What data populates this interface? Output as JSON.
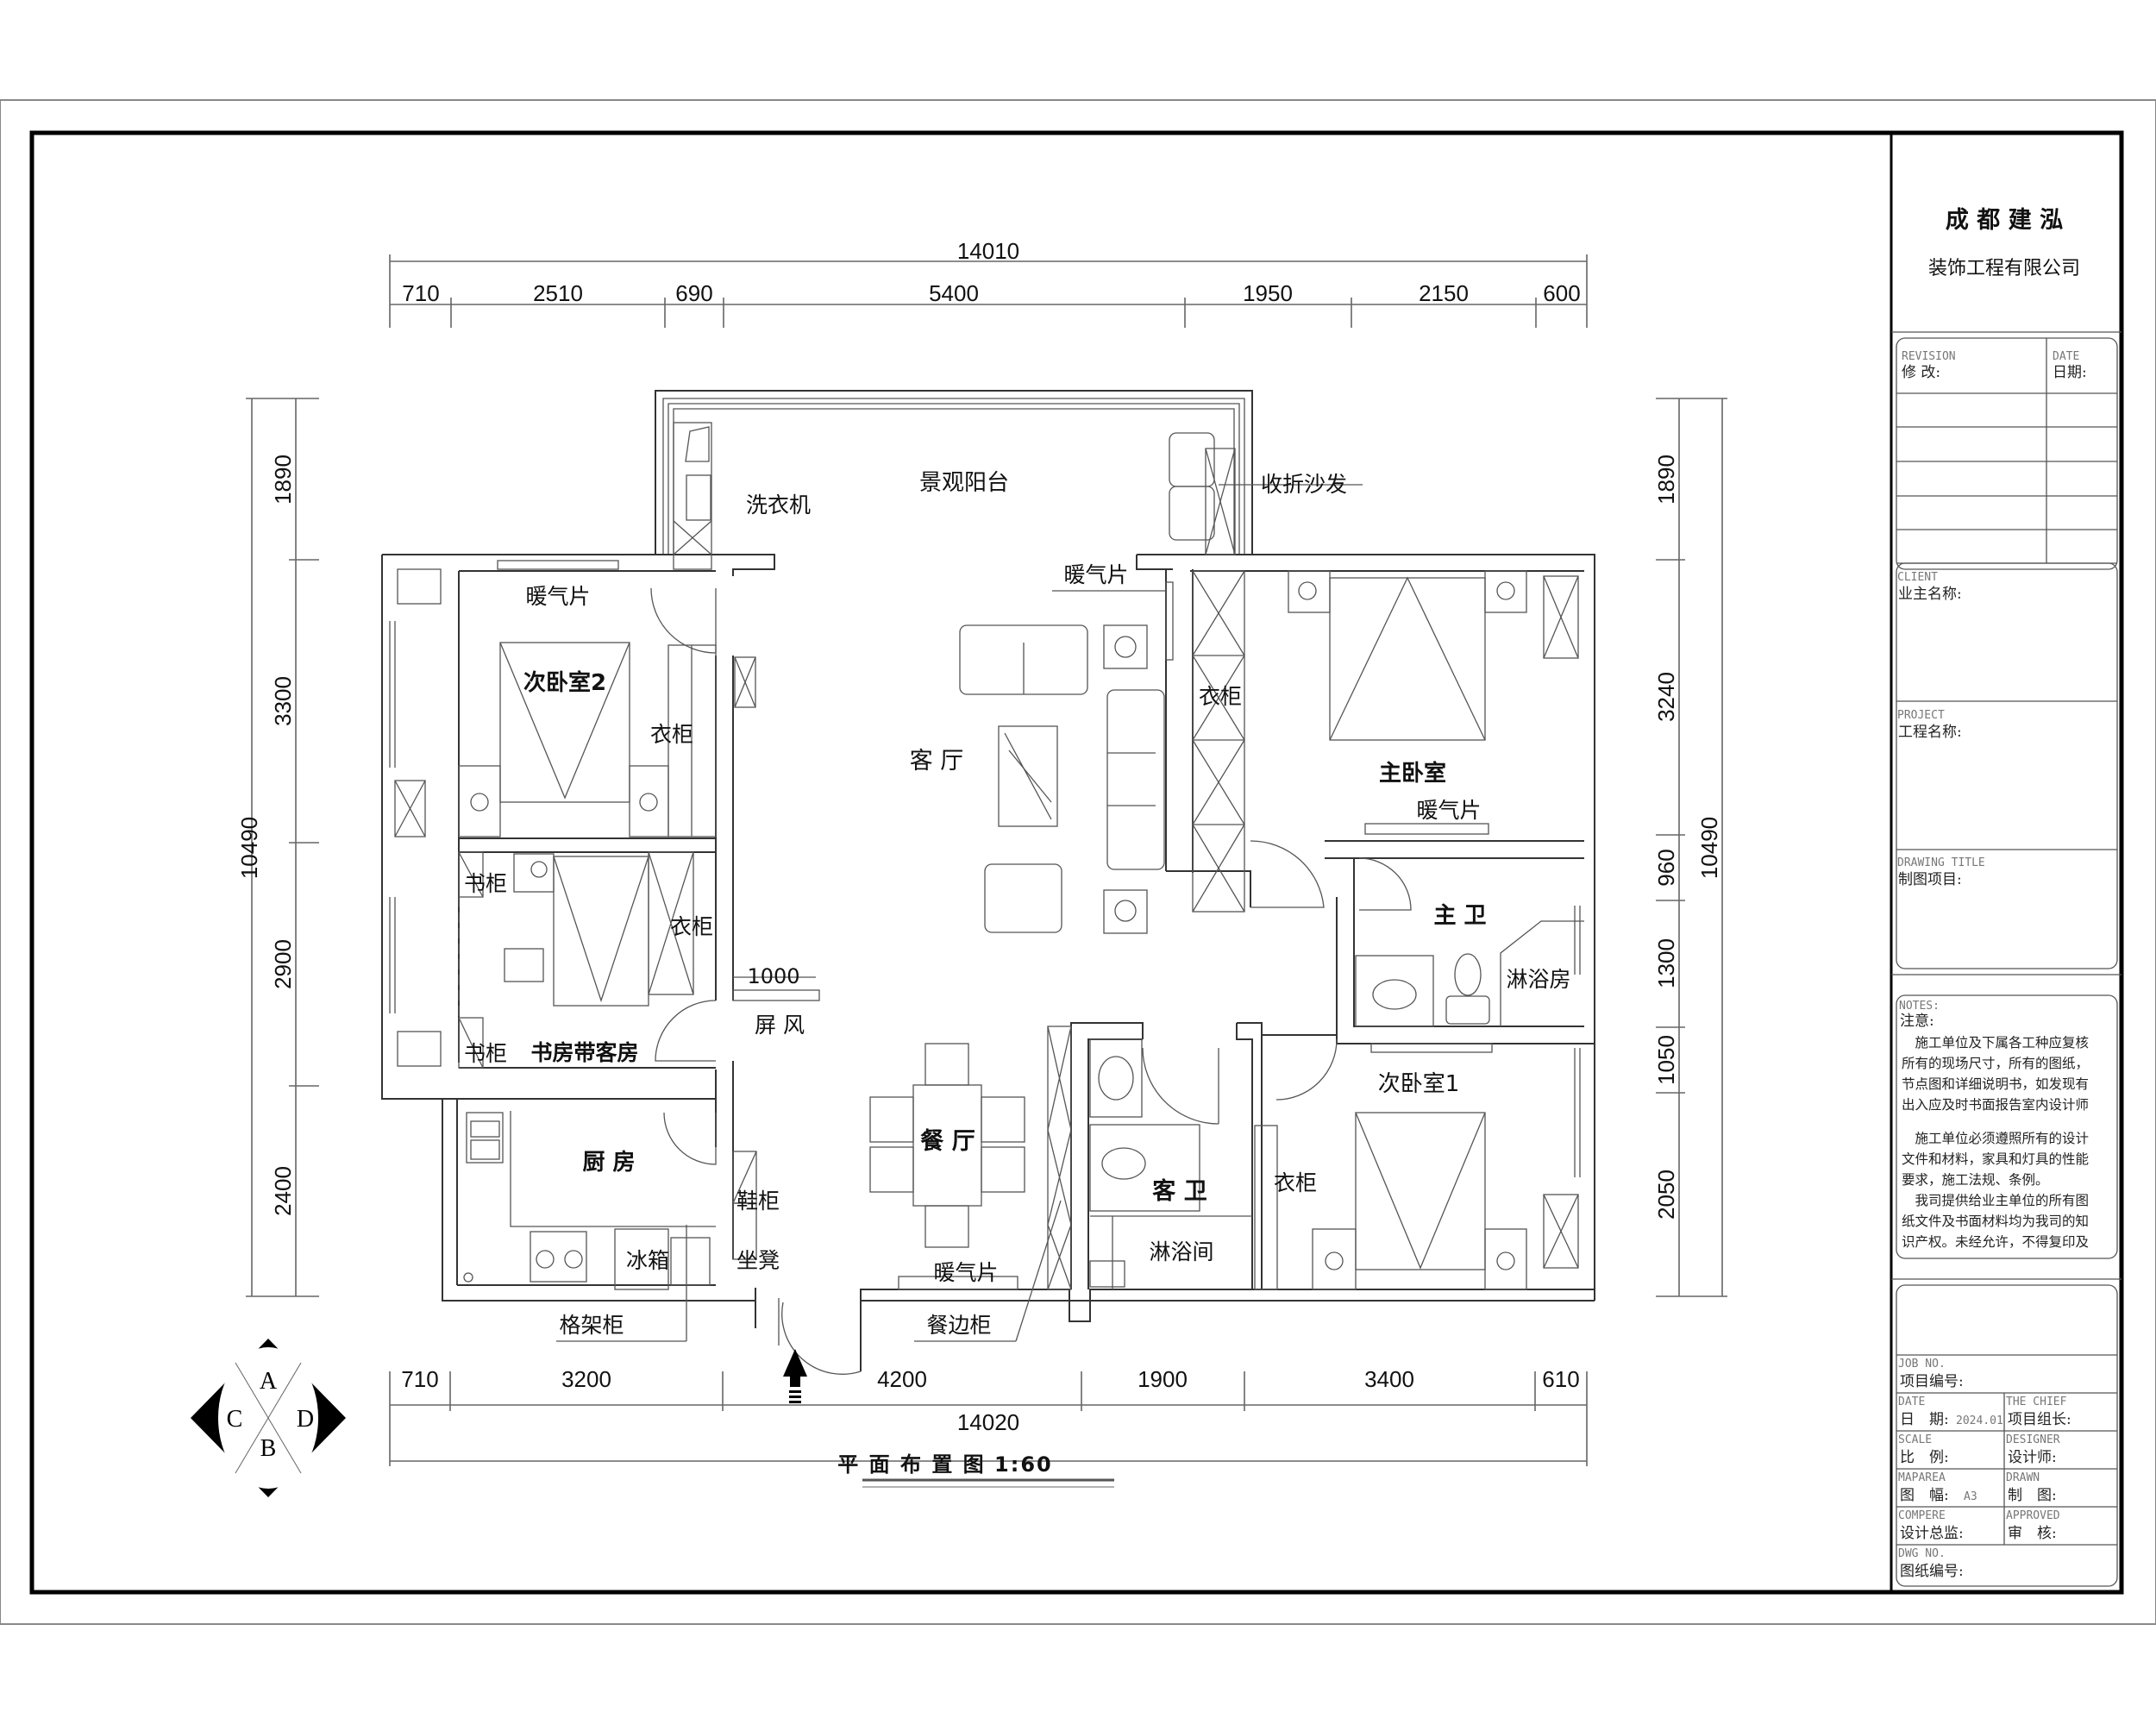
{
  "company": {
    "name_line1": "成 都 建 泓",
    "name_line2": "装饰工程有限公司"
  },
  "title_block": {
    "revision": {
      "en": "REVISION",
      "cn": "修 改:"
    },
    "date_col": {
      "en": "DATE",
      "cn": "日期:"
    },
    "client": {
      "en": "CLIENT",
      "cn": "业主名称:"
    },
    "project": {
      "en": "PROJECT",
      "cn": "工程名称:"
    },
    "drawing_title": {
      "en": "DRAWING TITLE",
      "cn": "制图项目:"
    },
    "notes": {
      "en": "NOTES:",
      "cn": "注意:",
      "lines": [
        "　施工单位及下属各工种应复核",
        "所有的现场尺寸，所有的图纸，",
        "节点图和详细说明书，如发现有",
        "出入应及时书面报告室内设计师",
        "",
        "　施工单位必须遵照所有的设计",
        "文件和材料，家具和灯具的性能",
        "要求，施工法规、条例。",
        "　我司提供给业主单位的所有图",
        "纸文件及书面材料均为我司的知",
        "识产权。未经允许，不得复印及"
      ]
    },
    "job_no": {
      "en": "JOB NO.",
      "cn": "项目编号:"
    },
    "date": {
      "en": "DATE",
      "cn": "日　期:",
      "value": "2024.01"
    },
    "chief": {
      "en": "THE CHIEF",
      "cn": "项目组长:"
    },
    "scale": {
      "en": "SCALE",
      "cn": "比　例:"
    },
    "designer": {
      "en": "DESIGNER",
      "cn": "设计师:"
    },
    "maparea": {
      "en": "MAPAREA",
      "cn": "图　幅:",
      "value": "A3"
    },
    "drawn": {
      "en": "DRAWN",
      "cn": "制　图:"
    },
    "compere": {
      "en": "COMPERE",
      "cn": "设计总监:"
    },
    "approved": {
      "en": "APPROVED",
      "cn": "审　核:"
    },
    "dwg_no": {
      "en": "DWG NO.",
      "cn": "图纸编号:"
    }
  },
  "plan": {
    "title": "平 面 布 置 图 1:60",
    "dims_top": {
      "total": "14010",
      "segments": [
        "710",
        "2510",
        "690",
        "5400",
        "1950",
        "2150",
        "600"
      ]
    },
    "dims_bottom": {
      "total": "14020",
      "segments": [
        "710",
        "3200",
        "4200",
        "1900",
        "3400",
        "610"
      ]
    },
    "dims_left": {
      "total": "10490",
      "segments": [
        "1890",
        "3300",
        "2900",
        "2400"
      ]
    },
    "dims_right": {
      "total": "10490",
      "segments": [
        "1890",
        "3240",
        "960",
        "1300",
        "1050",
        "2050"
      ]
    },
    "screen_dim": "1000",
    "rooms": {
      "balcony": "景观阳台",
      "living": "客 厅",
      "dining": "餐 厅",
      "master_bedroom": "主卧室",
      "master_bath": "主 卫",
      "bedroom2": "次卧室2",
      "bedroom1": "次卧室1",
      "study_guest": "书房带客房",
      "kitchen": "厨 房",
      "guest_bath": "客 卫"
    },
    "fixtures": {
      "washer": "洗衣机",
      "folding_sofa": "收折沙发",
      "radiator": "暖气片",
      "wardrobe": "衣柜",
      "bookcase": "书柜",
      "screen": "屏 风",
      "shoe_cabinet": "鞋柜",
      "bench": "坐凳",
      "fridge": "冰箱",
      "shelf_cabinet": "格架柜",
      "sideboard": "餐边柜",
      "shower_room": "淋浴房",
      "shower": "淋浴间"
    },
    "compass": {
      "a": "A",
      "b": "B",
      "c": "C",
      "d": "D"
    },
    "entrance_icon": "entrance-arrow"
  }
}
